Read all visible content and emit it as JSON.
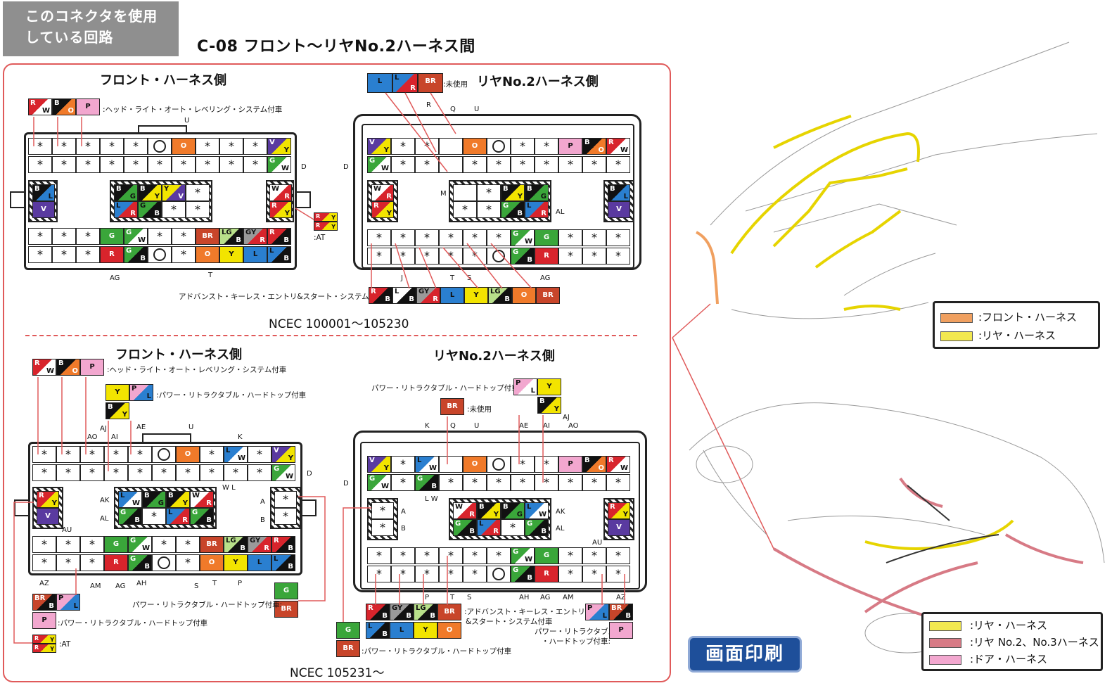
{
  "header": {
    "circuits_tab": [
      "このコネクタを使用",
      "している回路"
    ],
    "title": "C-08 フロント～リヤNo.2ハーネス間"
  },
  "colors": {
    "frame": "#e05a5a",
    "orange": "#f07a2a",
    "yellow": "#f2e400",
    "pink": "#f2a7cf",
    "red": "#d8242c",
    "blue": "#2a7fd0",
    "green": "#3aa63a",
    "violet": "#5a3aa0",
    "brown": "#c8452a",
    "gray": "#9a9a9a",
    "black": "#111111"
  },
  "top": {
    "front_heading": "フロント・ハーネス側",
    "rear_heading": "リヤNo.2ハーネス側",
    "note_headlight": ":ヘッド・ライト・オート・レベリング・システム付車",
    "note_unused": ":未使用",
    "note_at": ":AT",
    "note_advance": "アドバンスト・キーレス・エントリ&スタート・システム付車:",
    "ncec": "NCEC 100001～105230",
    "labels": {
      "u": "U",
      "d1": "D",
      "d2": "D",
      "ag1": "AG",
      "t": "T",
      "r": "R",
      "q": "Q",
      "u2": "U",
      "m": "M",
      "al": "AL",
      "j": "J",
      "t2": "T",
      "s": "S",
      "ag2": "AG"
    }
  },
  "bottom": {
    "front_heading": "フロント・ハーネス側",
    "rear_heading": "リヤNo.2ハーネス側",
    "note_headlight": ":ヘッド・ライト・オート・レベリング・システム付車",
    "note_power1": ":パワー・リトラクタブル・ハードトップ付車",
    "note_power_rear": "パワー・リトラクタブル・ハードトップ付車:",
    "note_unused": ":未使用",
    "note_power2": "パワー・リトラクタブル・ハードトップ付車:",
    "note_power3": ":パワー・リトラクタブル・ハードトップ付車",
    "note_at": ":AT",
    "note_advance": ":アドバンスト・キーレス・エントリ",
    "note_advance2": "&スタート・システム付車",
    "note_power4": "パワー・リトラクタブル",
    "note_power4b": "・ハードトップ付車:",
    "note_power5": ":パワー・リトラクタブル・ハードトップ付車",
    "ncec": "NCEC 105231～",
    "labels": {
      "aj": "AJ",
      "ae": "AE",
      "u": "U",
      "k": "K",
      "ao": "AO",
      "ai": "AI",
      "d": "D",
      "wl": "W L",
      "ak": "AK",
      "al": "AL",
      "au": "AU",
      "a": "A",
      "b": "B",
      "az": "AZ",
      "am": "AM",
      "ag": "AG",
      "ah": "AH",
      "s": "S",
      "t": "T",
      "p": "P",
      "rk": "K",
      "rq": "Q",
      "ru": "U",
      "rae": "AE",
      "rai": "AI",
      "raj": "AJ",
      "rao": "AO",
      "rd": "D",
      "rlw": "L W",
      "ra": "A",
      "rb": "B",
      "rak": "AK",
      "ral": "AL",
      "rau": "AU",
      "rp": "P",
      "rt": "T",
      "rs": "S",
      "rah": "AH",
      "rag": "AG",
      "ram": "AM",
      "raz": "AZ"
    }
  },
  "legend_front_rear": [
    {
      "color": "#f0a060",
      "label": ":フロント・ハーネス"
    },
    {
      "color": "#f2e850",
      "label": ":リヤ・ハーネス"
    }
  ],
  "legend_rear_door": [
    {
      "color": "#f2e850",
      "label": ":リヤ・ハーネス"
    },
    {
      "color": "#d77a85",
      "label": ":リヤ No.2、No.3ハーネス"
    },
    {
      "color": "#f2a7cf",
      "label": ":ドア・ハーネス"
    }
  ],
  "print_button": "画面印刷"
}
